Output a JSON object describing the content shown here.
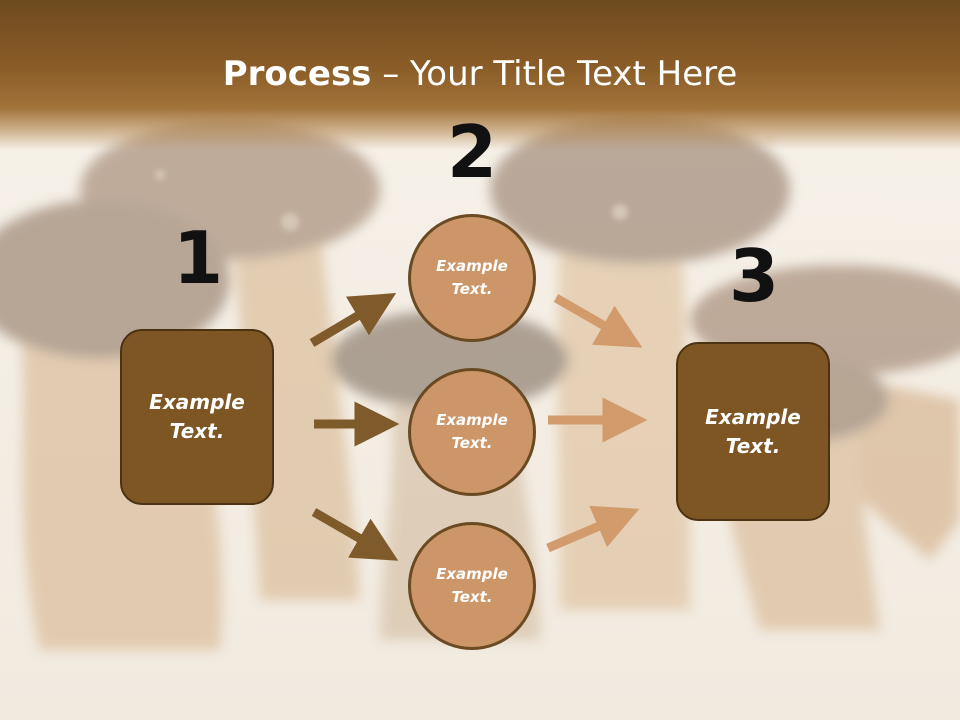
{
  "title": {
    "bold": "Process",
    "rest": " – Your Title Text Here"
  },
  "steps": [
    {
      "number": "1",
      "text": "Example\nText."
    },
    {
      "number": "2",
      "items": [
        "Example\nText.",
        "Example\nText.",
        "Example\nText."
      ]
    },
    {
      "number": "3",
      "text": "Example\nText."
    }
  ],
  "colors": {
    "title_band": "#8a5c27",
    "box_fill": "#7d5624",
    "circle_fill": "#cd9668",
    "arrow_left": "#7f5a2a",
    "arrow_right": "#d19b6c"
  }
}
